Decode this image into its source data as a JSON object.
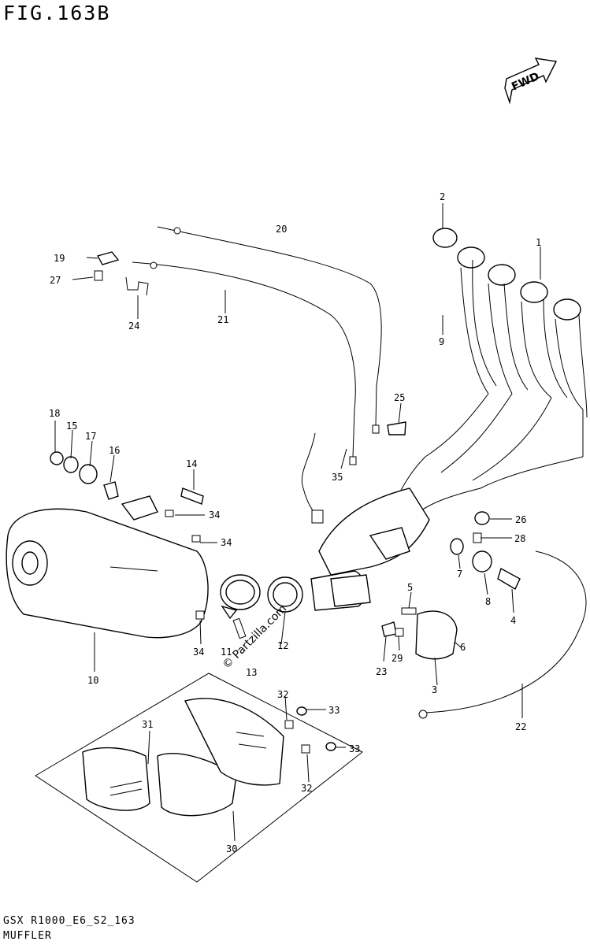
{
  "figure": {
    "title": "FIG.163B",
    "footer_code": "GSX R1000_E6_S2_163",
    "footer_name": "MUFFLER"
  },
  "direction_badge": {
    "text": "FWD",
    "icon": "forward-arrow-icon"
  },
  "watermark": {
    "text": "© Partzilla.com"
  },
  "callouts": [
    {
      "id": "1",
      "label": "1"
    },
    {
      "id": "2",
      "label": "2"
    },
    {
      "id": "3",
      "label": "3"
    },
    {
      "id": "4",
      "label": "4"
    },
    {
      "id": "5",
      "label": "5"
    },
    {
      "id": "6",
      "label": "6"
    },
    {
      "id": "7",
      "label": "7"
    },
    {
      "id": "8",
      "label": "8"
    },
    {
      "id": "9",
      "label": "9"
    },
    {
      "id": "10",
      "label": "10"
    },
    {
      "id": "11",
      "label": "11"
    },
    {
      "id": "12",
      "label": "12"
    },
    {
      "id": "13",
      "label": "13"
    },
    {
      "id": "14",
      "label": "14"
    },
    {
      "id": "15",
      "label": "15"
    },
    {
      "id": "16",
      "label": "16"
    },
    {
      "id": "17",
      "label": "17"
    },
    {
      "id": "18",
      "label": "18"
    },
    {
      "id": "19",
      "label": "19"
    },
    {
      "id": "20",
      "label": "20"
    },
    {
      "id": "21",
      "label": "21"
    },
    {
      "id": "22",
      "label": "22"
    },
    {
      "id": "23",
      "label": "23"
    },
    {
      "id": "24",
      "label": "24"
    },
    {
      "id": "25",
      "label": "25"
    },
    {
      "id": "26",
      "label": "26"
    },
    {
      "id": "27",
      "label": "27"
    },
    {
      "id": "28",
      "label": "28"
    },
    {
      "id": "29",
      "label": "29"
    },
    {
      "id": "30",
      "label": "30"
    },
    {
      "id": "31",
      "label": "31"
    },
    {
      "id": "32a",
      "label": "32"
    },
    {
      "id": "32b",
      "label": "32"
    },
    {
      "id": "33a",
      "label": "33"
    },
    {
      "id": "33b",
      "label": "33"
    },
    {
      "id": "34a",
      "label": "34"
    },
    {
      "id": "34b",
      "label": "34"
    },
    {
      "id": "34c",
      "label": "34"
    },
    {
      "id": "35",
      "label": "35"
    }
  ]
}
